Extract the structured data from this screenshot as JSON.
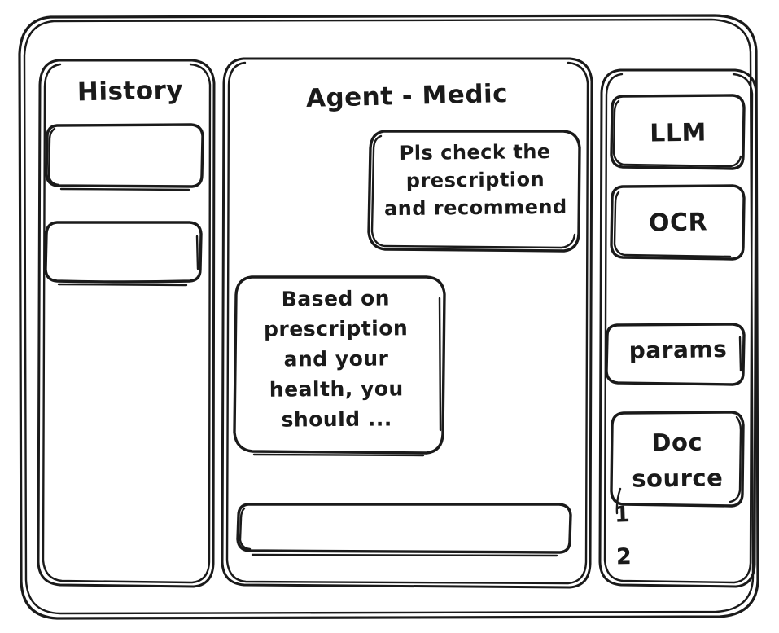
{
  "window": {
    "style": "hand-drawn wireframe sketch",
    "stroke_color": "#1a1a1a",
    "background_color": "#ffffff"
  },
  "sidebar_left": {
    "title": "History",
    "items": [
      {
        "label": "",
        "name": "history-item-1"
      },
      {
        "label": "",
        "name": "history-item-2"
      }
    ]
  },
  "main": {
    "title": "Agent - Medic",
    "messages": [
      {
        "role": "user",
        "text": "Pls check the\nprescription\nand recommend",
        "align": "right"
      },
      {
        "role": "agent",
        "text": "Based on\nprescription\nand your\nhealth, you\nshould ...",
        "align": "left"
      }
    ],
    "composer": {
      "value": "",
      "placeholder": ""
    }
  },
  "sidebar_right": {
    "tools": [
      {
        "label": "LLM",
        "name": "tool-llm"
      },
      {
        "label": "OCR",
        "name": "tool-ocr"
      }
    ],
    "params": {
      "label": "params"
    },
    "doc_source": {
      "label": "Doc\nsource",
      "items": [
        "1",
        "2"
      ]
    }
  }
}
